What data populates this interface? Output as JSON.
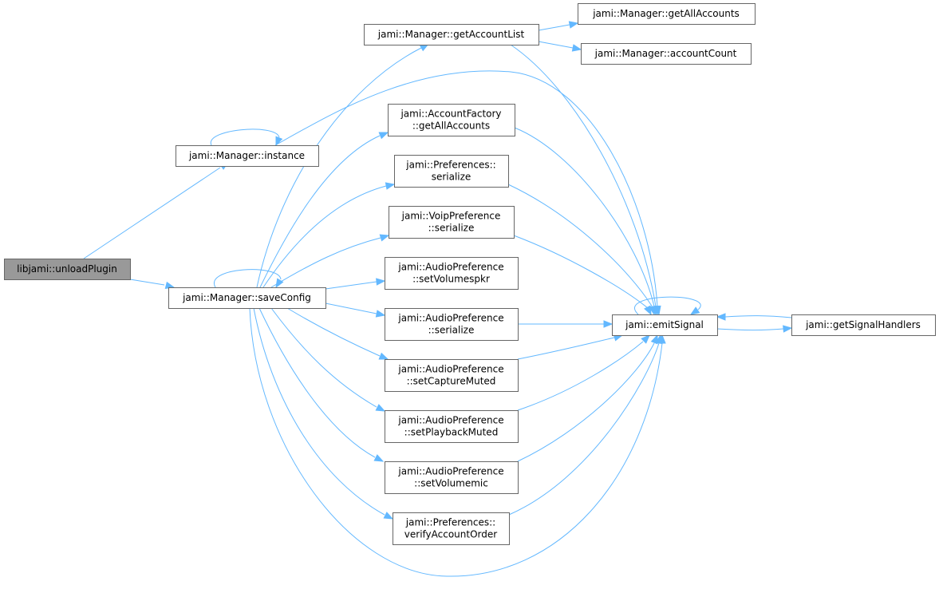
{
  "diagram": {
    "colors": {
      "edge": "#63b8ff",
      "node_border": "#666666",
      "root_fill": "#999999",
      "node_fill": "#ffffff"
    },
    "nodes": [
      {
        "id": "unloadPlugin",
        "lines": [
          "libjami::unloadPlugin"
        ],
        "root": true
      },
      {
        "id": "instance",
        "lines": [
          "jami::Manager::instance"
        ]
      },
      {
        "id": "saveConfig",
        "lines": [
          "jami::Manager::saveConfig"
        ]
      },
      {
        "id": "getAccountList",
        "lines": [
          "jami::Manager::getAccountList"
        ]
      },
      {
        "id": "mgrGetAllAccounts",
        "lines": [
          "jami::Manager::getAllAccounts"
        ]
      },
      {
        "id": "accountCount",
        "lines": [
          "jami::Manager::accountCount"
        ]
      },
      {
        "id": "afGetAllAccounts",
        "lines": [
          "jami::AccountFactory",
          "::getAllAccounts"
        ]
      },
      {
        "id": "prefSerialize",
        "lines": [
          "jami::Preferences::",
          "serialize"
        ]
      },
      {
        "id": "voipSerialize",
        "lines": [
          "jami::VoipPreference",
          "::serialize"
        ]
      },
      {
        "id": "setVolumespkr",
        "lines": [
          "jami::AudioPreference",
          "::setVolumespkr"
        ]
      },
      {
        "id": "audioSerialize",
        "lines": [
          "jami::AudioPreference",
          "::serialize"
        ]
      },
      {
        "id": "setCaptureMuted",
        "lines": [
          "jami::AudioPreference",
          "::setCaptureMuted"
        ]
      },
      {
        "id": "setPlaybackMuted",
        "lines": [
          "jami::AudioPreference",
          "::setPlaybackMuted"
        ]
      },
      {
        "id": "setVolumemic",
        "lines": [
          "jami::AudioPreference",
          "::setVolumemic"
        ]
      },
      {
        "id": "verifyAccountOrder",
        "lines": [
          "jami::Preferences::",
          "verifyAccountOrder"
        ]
      },
      {
        "id": "emitSignal",
        "lines": [
          "jami::emitSignal"
        ]
      },
      {
        "id": "getSignalHandlers",
        "lines": [
          "jami::getSignalHandlers"
        ]
      }
    ],
    "edges": [
      {
        "from": "unloadPlugin",
        "to": "instance"
      },
      {
        "from": "unloadPlugin",
        "to": "saveConfig"
      },
      {
        "from": "instance",
        "to": "instance"
      },
      {
        "from": "instance",
        "to": "emitSignal"
      },
      {
        "from": "saveConfig",
        "to": "saveConfig"
      },
      {
        "from": "saveConfig",
        "to": "getAccountList"
      },
      {
        "from": "saveConfig",
        "to": "afGetAllAccounts"
      },
      {
        "from": "saveConfig",
        "to": "prefSerialize"
      },
      {
        "from": "saveConfig",
        "to": "voipSerialize"
      },
      {
        "from": "saveConfig",
        "to": "setVolumespkr"
      },
      {
        "from": "saveConfig",
        "to": "audioSerialize"
      },
      {
        "from": "saveConfig",
        "to": "setCaptureMuted"
      },
      {
        "from": "saveConfig",
        "to": "setPlaybackMuted"
      },
      {
        "from": "saveConfig",
        "to": "setVolumemic"
      },
      {
        "from": "saveConfig",
        "to": "verifyAccountOrder"
      },
      {
        "from": "saveConfig",
        "to": "emitSignal"
      },
      {
        "from": "getAccountList",
        "to": "mgrGetAllAccounts"
      },
      {
        "from": "getAccountList",
        "to": "accountCount"
      },
      {
        "from": "getAccountList",
        "to": "emitSignal"
      },
      {
        "from": "afGetAllAccounts",
        "to": "emitSignal"
      },
      {
        "from": "prefSerialize",
        "to": "emitSignal"
      },
      {
        "from": "voipSerialize",
        "to": "emitSignal"
      },
      {
        "from": "audioSerialize",
        "to": "emitSignal"
      },
      {
        "from": "setCaptureMuted",
        "to": "emitSignal"
      },
      {
        "from": "setPlaybackMuted",
        "to": "emitSignal"
      },
      {
        "from": "setVolumemic",
        "to": "emitSignal"
      },
      {
        "from": "verifyAccountOrder",
        "to": "emitSignal"
      },
      {
        "from": "emitSignal",
        "to": "emitSignal"
      },
      {
        "from": "emitSignal",
        "to": "getSignalHandlers"
      },
      {
        "from": "getSignalHandlers",
        "to": "emitSignal"
      }
    ]
  }
}
